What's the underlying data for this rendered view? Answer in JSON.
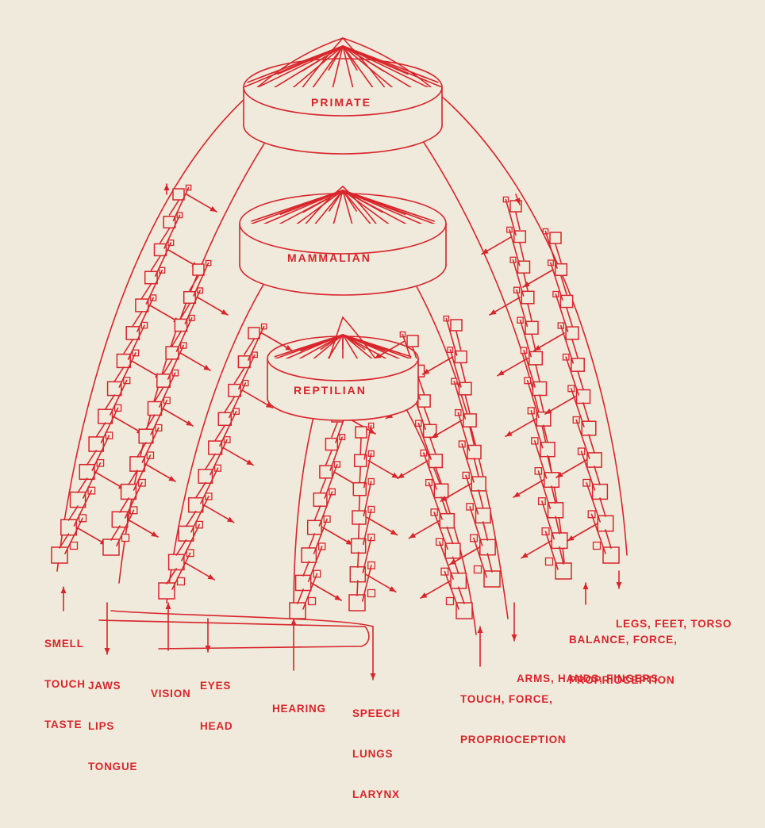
{
  "colors": {
    "ink": "#d8252b",
    "paper": "#efeadc"
  },
  "levels": [
    {
      "id": "primate",
      "label": "PRIMATE"
    },
    {
      "id": "mammalian",
      "label": "MAMMALIAN"
    },
    {
      "id": "reptilian",
      "label": "REPTILIAN"
    }
  ],
  "sensory_motor_labels": {
    "smell": [
      "SMELL",
      "TOUCH",
      "TASTE"
    ],
    "jaws": [
      "JAWS",
      "LIPS",
      "TONGUE"
    ],
    "vision": [
      "VISION"
    ],
    "eyes": [
      "EYES",
      "HEAD"
    ],
    "hearing": [
      "HEARING"
    ],
    "speech": [
      "SPEECH",
      "LUNGS",
      "LARYNX"
    ],
    "touch": [
      "TOUCH, FORCE,",
      "PROPRIOCEPTION"
    ],
    "arms": [
      "ARMS, HANDS, FINGERS"
    ],
    "balance": [
      "BALANCE, FORCE,",
      "PROPRIOCEPTION"
    ],
    "legs": [
      "LEGS, FEET, TORSO"
    ]
  }
}
